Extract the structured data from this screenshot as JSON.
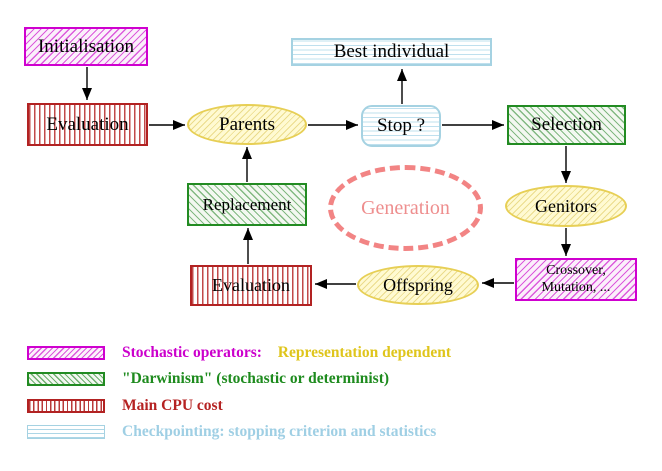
{
  "nodes": {
    "initialisation": "Initialisation",
    "evaluation_top": "Evaluation",
    "parents": "Parents",
    "best_individual": "Best individual",
    "stop": "Stop ?",
    "selection": "Selection",
    "replacement": "Replacement",
    "generation": "Generation",
    "genitors": "Genitors",
    "crossover_line1": "Crossover,",
    "crossover_line2": "Mutation, ...",
    "offspring": "Offspring",
    "evaluation_bottom": "Evaluation"
  },
  "legend": {
    "stochastic_label": "Stochastic operators:",
    "stochastic_note": "Representation dependent",
    "darwinism": "\"Darwinism\" (stochastic or determinist)",
    "cpu": "Main CPU cost",
    "checkpointing": "Checkpointing: stopping criterion and statistics"
  },
  "colors": {
    "stochastic_magenta": "#CC00CC",
    "cpu_red": "#B22222",
    "darwinism_green": "#1E8B1E",
    "checkpoint_cyan": "#9FCFE4",
    "ellipse_yellow_border": "#E7CF55",
    "ellipse_yellow_fill": "#FFFAD2",
    "representation_gold": "#DFC51C",
    "generation_salmon": "#F28484",
    "arrow_black": "#000000"
  }
}
